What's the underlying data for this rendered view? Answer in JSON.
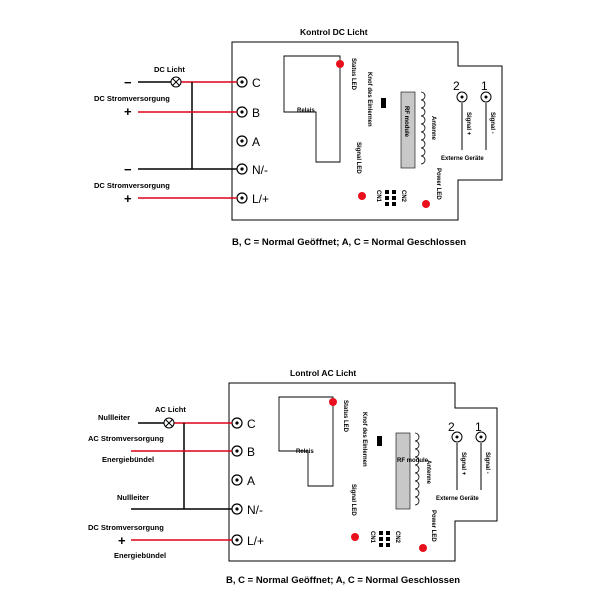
{
  "colors": {
    "wire_red": "#e0001a",
    "wire_black": "#000000",
    "led_red": "#e8101c",
    "module_gray": "#c8c8c8"
  },
  "diagrams": [
    {
      "title": "Kontrol DC Licht",
      "terminals": [
        "C",
        "B",
        "A",
        "N/-",
        "L/+"
      ],
      "relay": "Relais",
      "status_led": "Status LED",
      "button": "Knof des Einlernen",
      "signal_led": "Signal LED",
      "rf_module": "RF module",
      "antenne": "Antenne",
      "power_led": "Power LED",
      "cn1": "CN1",
      "cn2": "CN2",
      "sig_plus_num": "2",
      "sig_minus_num": "1",
      "sig_plus": "Signal +",
      "sig_minus": "Signal -",
      "extern": "Externe Geräte",
      "caption": "B, C = Normal Geöffnet; A, C = Normal Geschlossen",
      "lamp": "DC Licht",
      "supply1": "DC Stromversorgung",
      "supply2": "DC Stromversorgung",
      "minus": "−",
      "plus": "+"
    },
    {
      "title": "Lontrol AC Licht",
      "terminals": [
        "C",
        "B",
        "A",
        "N/-",
        "L/+"
      ],
      "relay": "Relais",
      "status_led": "Status LED",
      "button": "Knof des Einlernen",
      "signal_led": "Signal LED",
      "rf_module": "RF module",
      "antenne": "Antenne",
      "power_led": "Power LED",
      "cn1": "CN1",
      "cn2": "CN2",
      "sig_plus_num": "2",
      "sig_minus_num": "1",
      "sig_plus": "Signal +",
      "sig_minus": "Signal -",
      "extern": "Externe Geräte",
      "caption": "B, C = Normal Geöffnet; A, C = Normal Geschlossen",
      "lamp": "AC Licht",
      "nullleiter1": "Nullleiter",
      "supply1": "AC Stromversorgung",
      "energie1": "Energiebündel",
      "nullleiter2": "Nullleiter",
      "supply2": "DC Stromversorgung",
      "plus": "+",
      "energie2": "Energiebündel"
    }
  ]
}
